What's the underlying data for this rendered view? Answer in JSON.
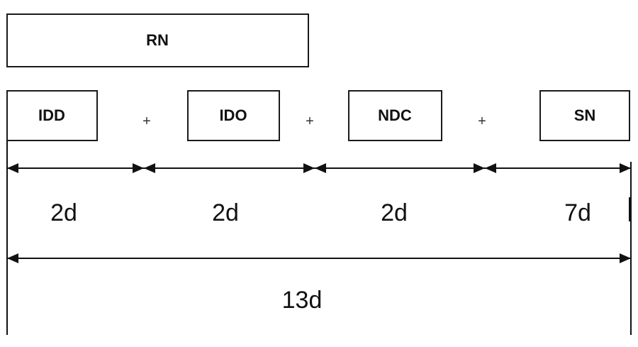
{
  "rn_label": "RN",
  "fields": [
    {
      "label": "IDD",
      "length": "2d"
    },
    {
      "label": "IDO",
      "length": "2d"
    },
    {
      "label": "NDC",
      "length": "2d"
    },
    {
      "label": "SN",
      "length": "7d"
    }
  ],
  "separator": "+",
  "total_length": "13d"
}
